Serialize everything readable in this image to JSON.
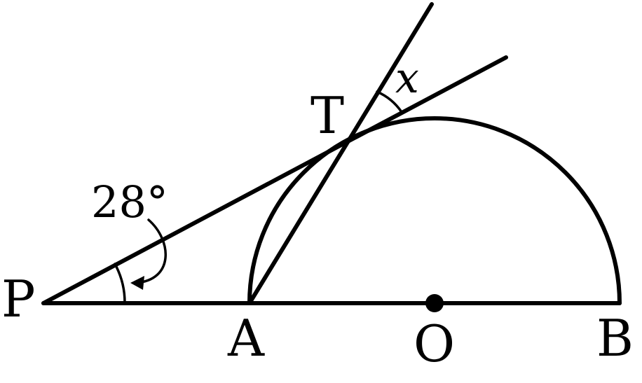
{
  "points": {
    "P": "P",
    "A": "A",
    "O": "O",
    "B": "B",
    "T": "T"
  },
  "angles": {
    "given": "28°",
    "unknown": "x"
  }
}
